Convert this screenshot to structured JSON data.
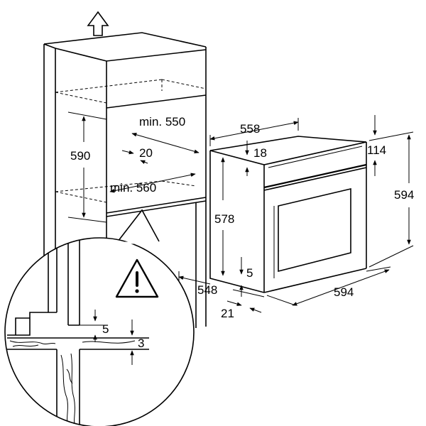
{
  "dimensions": {
    "cabinet_depth_min": "min. 550",
    "cabinet_width_min": "min. 560",
    "cabinet_height": "590",
    "gap_back": "20",
    "oven_depth_total": "558",
    "oven_top_offset": "18",
    "oven_body_height": "578",
    "oven_bottom_offset": "5",
    "oven_depth_body": "548",
    "front_thickness": "21",
    "oven_width": "594",
    "oven_height": "594",
    "panel_height": "114",
    "detail_gap": "5",
    "detail_lip": "3"
  },
  "icons": {
    "lift_arrow": "arrow-up-icon",
    "warning": "warning-triangle-icon"
  }
}
